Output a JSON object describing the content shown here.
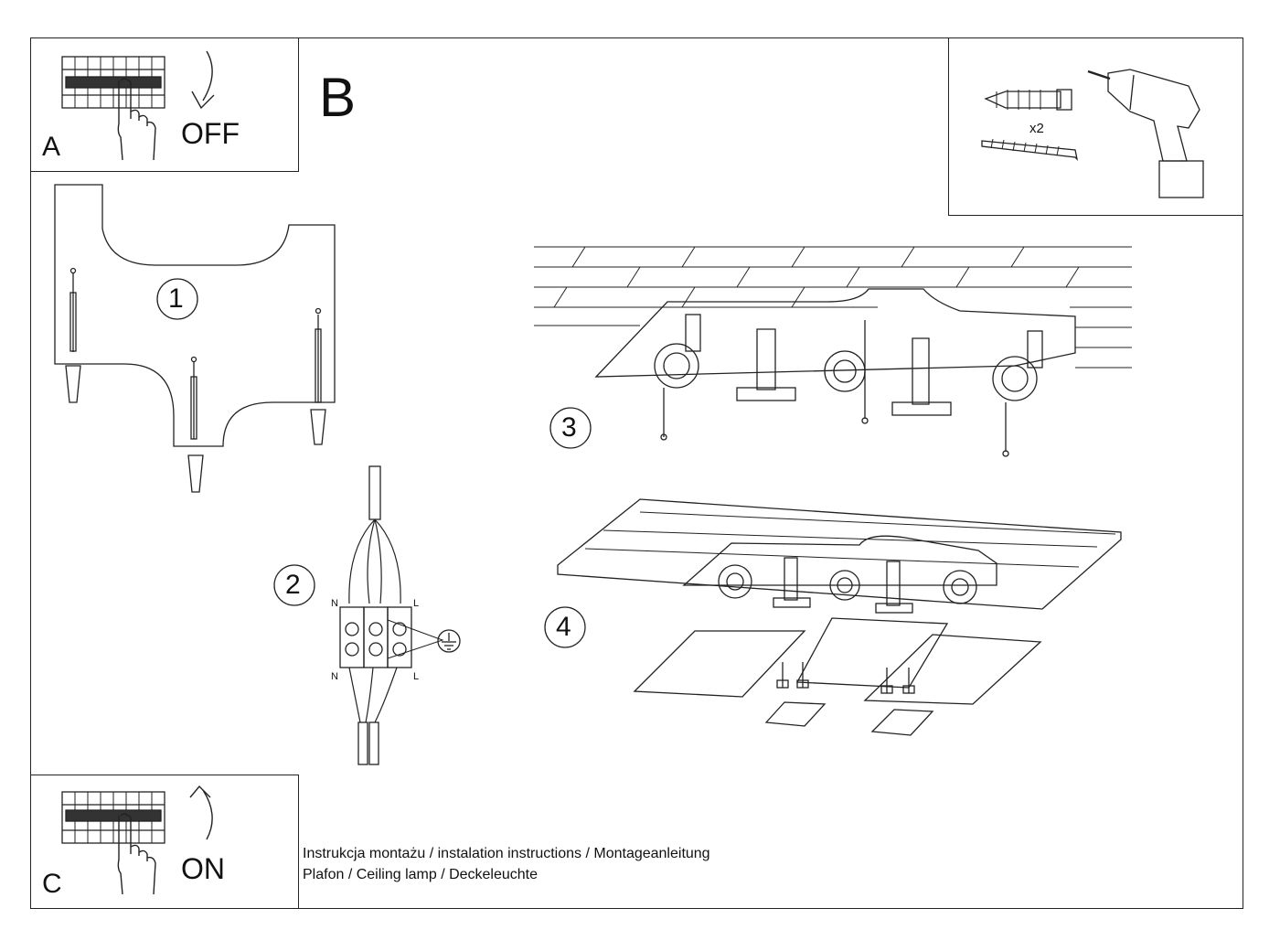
{
  "panels": {
    "a": {
      "letter": "A",
      "word": "OFF"
    },
    "b": {
      "letter": "B"
    },
    "c": {
      "letter": "C",
      "word": "ON"
    }
  },
  "tools": {
    "quantity": "x2",
    "icons": [
      "wall-plug-icon",
      "screw-icon",
      "power-drill-icon"
    ]
  },
  "steps": [
    "1",
    "2",
    "3",
    "4"
  ],
  "wiring": {
    "top_left": "N",
    "top_right": "L",
    "bottom_left": "N",
    "bottom_right": "L",
    "ground_icon": "ground-symbol-icon"
  },
  "footer": {
    "line1": "Instrukcja montażu / instalation instructions / Montageanleitung",
    "line2": "Plafon / Ceiling lamp / Deckeleuchte"
  }
}
